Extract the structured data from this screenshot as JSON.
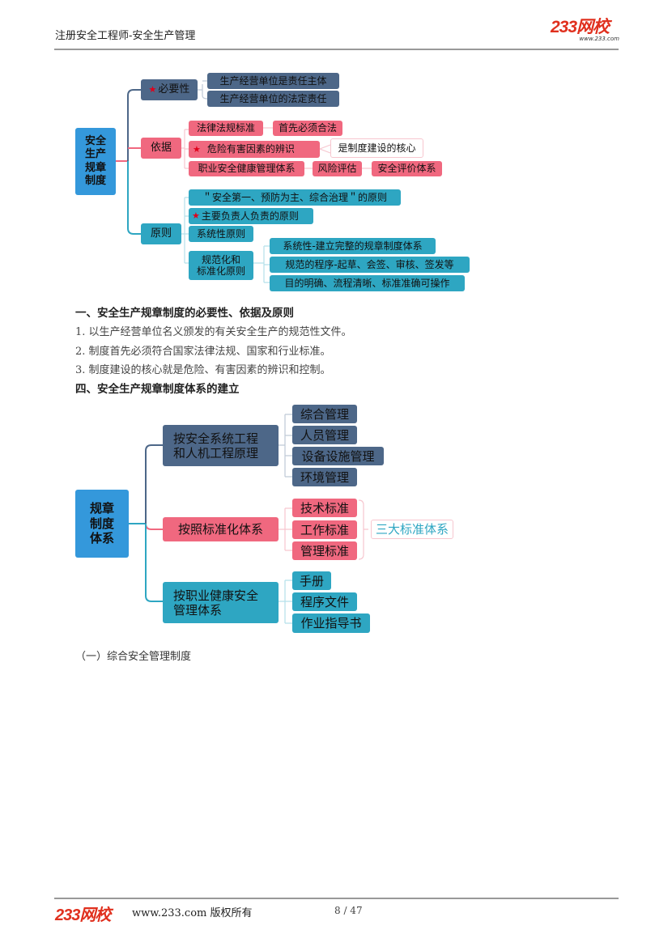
{
  "header": {
    "title": "注册安全工程师-安全生产管理",
    "logo_main": "233网校",
    "logo_sub": "www.233.com"
  },
  "footer": {
    "logo": "233网校",
    "site_text": "www.233.com 版权所有",
    "page": "8 / 47"
  },
  "colors": {
    "slate": "#4d6788",
    "pink": "#f0687f",
    "teal": "#2ea6c2",
    "blue": "#3498db",
    "star_red": "#e0001a",
    "logo_red": "#e0301e"
  },
  "mindmap1": {
    "root": "安全生产规章制度",
    "root_lines": [
      "安全",
      "生产",
      "规章",
      "制度"
    ],
    "branches": {
      "necessity": {
        "label": "必要性",
        "starred": true,
        "children": [
          "生产经营单位是责任主体",
          "生产经营单位的法定责任"
        ]
      },
      "basis": {
        "label": "依据",
        "children": [
          {
            "label": "法律法规标准",
            "next": "首先必须合法"
          },
          {
            "label": "危险有害因素的辨识",
            "starred": true,
            "next": "是制度建设的核心"
          },
          {
            "label": "职业安全健康管理体系",
            "next": "风险评估",
            "next2": "安全评价体系"
          }
        ]
      },
      "principles": {
        "label": "原则",
        "children": [
          {
            "label": "＂安全第一、预防为主、综合治理＂的原则"
          },
          {
            "label": "主要负责人负责的原则",
            "starred": true
          },
          {
            "label": "系统性原则"
          },
          {
            "label_lines": [
              "规范化和",
              "标准化原则"
            ],
            "children": [
              "系统性-建立完整的规章制度体系",
              "规范的程序-起草、会签、审核、签发等",
              "目的明确、流程清晰、标准准确可操作"
            ]
          }
        ]
      }
    }
  },
  "text": {
    "heading1": "一、安全生产规章制度的必要性、依据及原则",
    "item1": "1.  以生产经营单位名义颁发的有关安全生产的规范性文件。",
    "item2": "2.  制度首先必须符合国家法律法规、国家和行业标准。",
    "item3": "3.  制度建设的核心就是危险、有害因素的辨识和控制。",
    "heading2": "四、安全生产规章制度体系的建立",
    "heading3": "（一）综合安全管理制度"
  },
  "mindmap2": {
    "root": "规章制度体系",
    "root_lines": [
      "规章",
      "制度",
      "体系"
    ],
    "branches": [
      {
        "label_lines": [
          "按安全系统工程",
          "和人机工程原理"
        ],
        "children": [
          "综合管理",
          "人员管理",
          "设备设施管理",
          "环境管理"
        ]
      },
      {
        "label": "按照标准化体系",
        "children": [
          "技术标准",
          "工作标准",
          "管理标准"
        ],
        "summary": "三大标准体系"
      },
      {
        "label_lines": [
          "按职业健康安全",
          "管理体系"
        ],
        "children": [
          "手册",
          "程序文件",
          "作业指导书"
        ]
      }
    ]
  }
}
